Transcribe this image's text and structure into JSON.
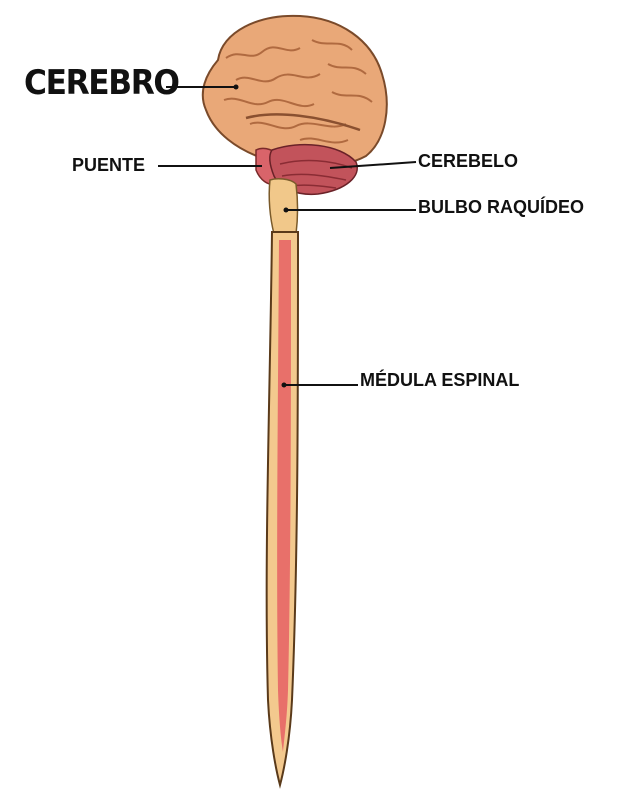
{
  "labels": {
    "cerebro": "CEREBRO",
    "puente": "PUENTE",
    "cerebelo": "CEREBELO",
    "bulbo": "BULBO RAQUÍDEO",
    "medula": "MÉDULA ESPINAL"
  },
  "colors": {
    "brain": "#e9a878",
    "brain_shadow": "#c98658",
    "cerebellum": "#c2535b",
    "pons": "#d9646a",
    "medulla": "#f1c88a",
    "cord_outer": "#f3c98e",
    "cord_inner": "#e8706a",
    "leader_line": "#111111"
  }
}
